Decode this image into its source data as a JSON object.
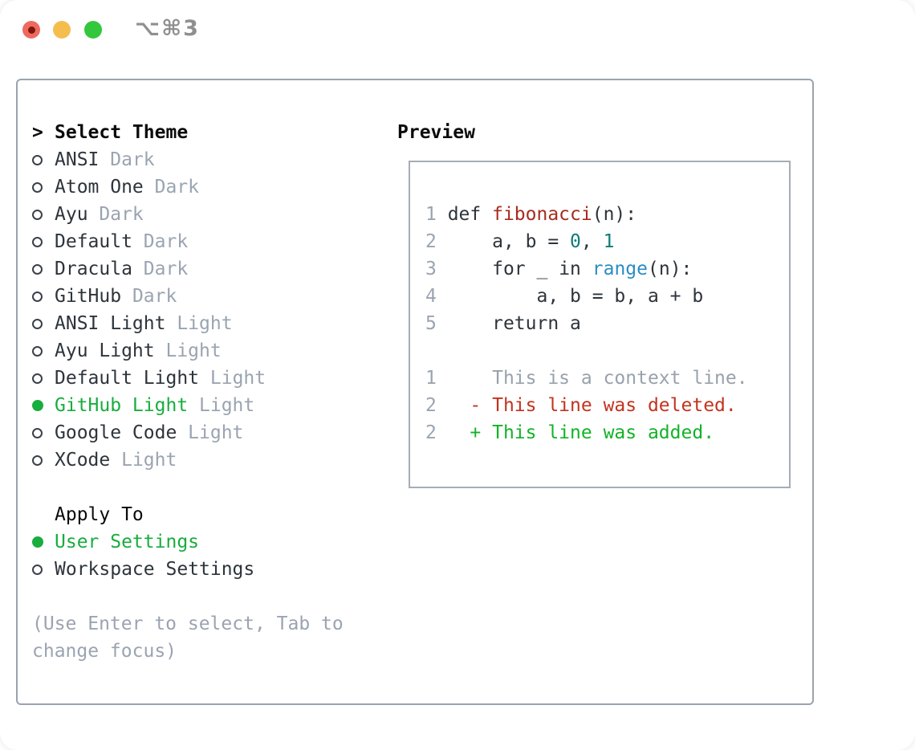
{
  "window": {
    "title": "⌥⌘3",
    "traffic_lights": [
      "close",
      "minimize",
      "zoom"
    ]
  },
  "selector": {
    "header_marker": ">",
    "header_label": "Select Theme",
    "themes": [
      {
        "name": "ANSI",
        "variant": "Dark",
        "selected": false
      },
      {
        "name": "Atom One",
        "variant": "Dark",
        "selected": false
      },
      {
        "name": "Ayu",
        "variant": "Dark",
        "selected": false
      },
      {
        "name": "Default",
        "variant": "Dark",
        "selected": false
      },
      {
        "name": "Dracula",
        "variant": "Dark",
        "selected": false
      },
      {
        "name": "GitHub",
        "variant": "Dark",
        "selected": false
      },
      {
        "name": "ANSI Light",
        "variant": "Light",
        "selected": false
      },
      {
        "name": "Ayu Light",
        "variant": "Light",
        "selected": false
      },
      {
        "name": "Default Light",
        "variant": "Light",
        "selected": false
      },
      {
        "name": "GitHub Light",
        "variant": "Light",
        "selected": true
      },
      {
        "name": "Google Code",
        "variant": "Light",
        "selected": false
      },
      {
        "name": "XCode",
        "variant": "Light",
        "selected": false
      }
    ],
    "apply_to_label": "Apply To",
    "apply_options": [
      {
        "name": "User Settings",
        "selected": true
      },
      {
        "name": "Workspace Settings",
        "selected": false
      }
    ],
    "help_lines": [
      "(Use Enter to select, Tab to",
      "change focus)"
    ]
  },
  "preview": {
    "label": "Preview",
    "code_lines": [
      {
        "tokens": [
          [
            "ln",
            "1 "
          ],
          [
            "k",
            "def "
          ],
          [
            "fn",
            "fibonacci"
          ],
          [
            "p",
            "(n):"
          ]
        ]
      },
      {
        "tokens": [
          [
            "ln",
            "2"
          ],
          [
            "p",
            "     a, b = "
          ],
          [
            "num",
            "0"
          ],
          [
            "p",
            ", "
          ],
          [
            "num",
            "1"
          ]
        ]
      },
      {
        "tokens": [
          [
            "ln",
            "3"
          ],
          [
            "p",
            "     "
          ],
          [
            "k",
            "for"
          ],
          [
            "p",
            " _ "
          ],
          [
            "k",
            "in"
          ],
          [
            "p",
            " "
          ],
          [
            "call",
            "range"
          ],
          [
            "p",
            "(n):"
          ]
        ]
      },
      {
        "tokens": [
          [
            "ln",
            "4"
          ],
          [
            "p",
            "         a, b = b, a + b"
          ]
        ]
      },
      {
        "tokens": [
          [
            "ln",
            "5"
          ],
          [
            "p",
            "     "
          ],
          [
            "k",
            "return"
          ],
          [
            "p",
            " a"
          ]
        ]
      },
      {
        "tokens": []
      },
      {
        "tokens": [
          [
            "ln",
            "1"
          ],
          [
            "ctx",
            "     This is a context line."
          ]
        ]
      },
      {
        "tokens": [
          [
            "ln",
            "2"
          ],
          [
            "del",
            "   - This line was deleted."
          ]
        ]
      },
      {
        "tokens": [
          [
            "ln",
            "2"
          ],
          [
            "add",
            "   + This line was added."
          ]
        ]
      }
    ]
  },
  "colors": {
    "selected_green": "#18ad3d",
    "muted_gray": "#9aa4b1",
    "text_dark": "#2d343b",
    "function_red": "#a52d20",
    "number_teal": "#0e7c77",
    "call_blue": "#2a8cc6",
    "diff_deleted_red": "#c2331f",
    "diff_added_green": "#12b327",
    "panel_border": "#9aa3ae",
    "traffic_red": "#ee6a5e",
    "traffic_yellow": "#f5bd4e",
    "traffic_green": "#32c73c"
  }
}
